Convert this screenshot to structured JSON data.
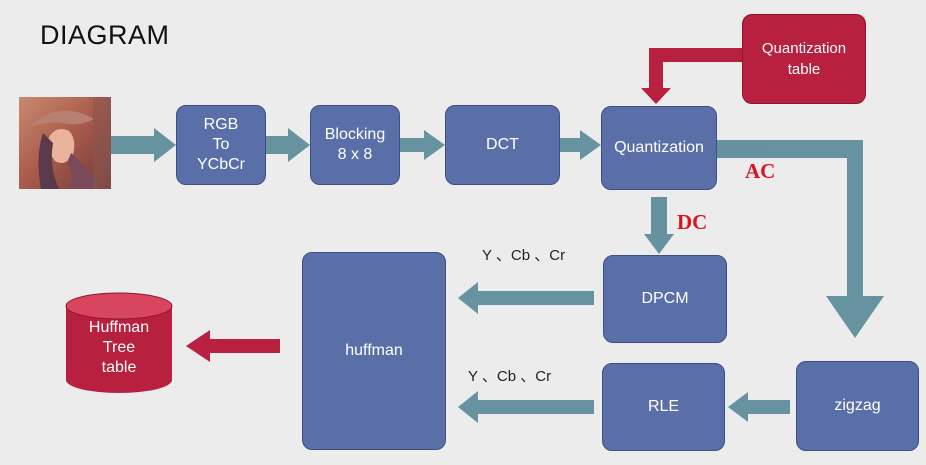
{
  "title": "DIAGRAM",
  "nodes": {
    "rgb": "RGB\nTo\nYCbCr",
    "blocking": "Blocking\n8 x 8",
    "dct": "DCT",
    "quantization": "Quantization",
    "quant_table": "Quantization\ntable",
    "dpcm": "DPCM",
    "huffman": "huffman",
    "huffman_tree": "Huffman\nTree\ntable",
    "rle": "RLE",
    "zigzag": "zigzag"
  },
  "labels": {
    "ac": "AC",
    "dc": "DC",
    "ycbcr_top": "Y 、Cb 、Cr",
    "ycbcr_bottom": "Y 、Cb 、Cr"
  },
  "colors": {
    "box": "#5a6fa8",
    "red": "#b8203f",
    "arrow": "#5b8b99",
    "red_text": "#d8151f"
  }
}
